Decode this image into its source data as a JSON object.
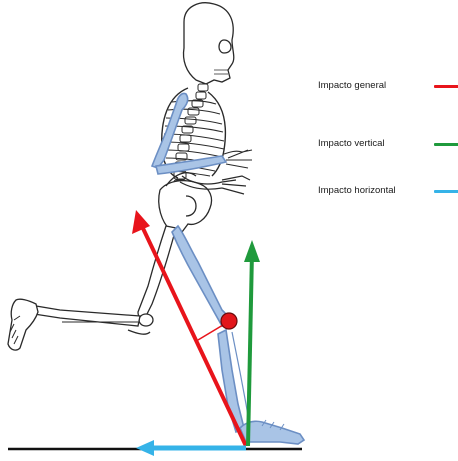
{
  "legend": [
    {
      "id": "general",
      "label": "Impacto general",
      "color": "#e8141b"
    },
    {
      "id": "vertical",
      "label": "Impacto vertical",
      "color": "#1f9a3c"
    },
    {
      "id": "horizontal",
      "label": "Impacto horizontal",
      "color": "#35b3e8"
    }
  ],
  "colors": {
    "bone_outline": "#2a2a2a",
    "bone_fill": "#ffffff",
    "highlight_bone": "#a9c4e6",
    "highlight_outline": "#6c8fc4",
    "knee_joint": "#e2161b",
    "ground": "#111111"
  }
}
